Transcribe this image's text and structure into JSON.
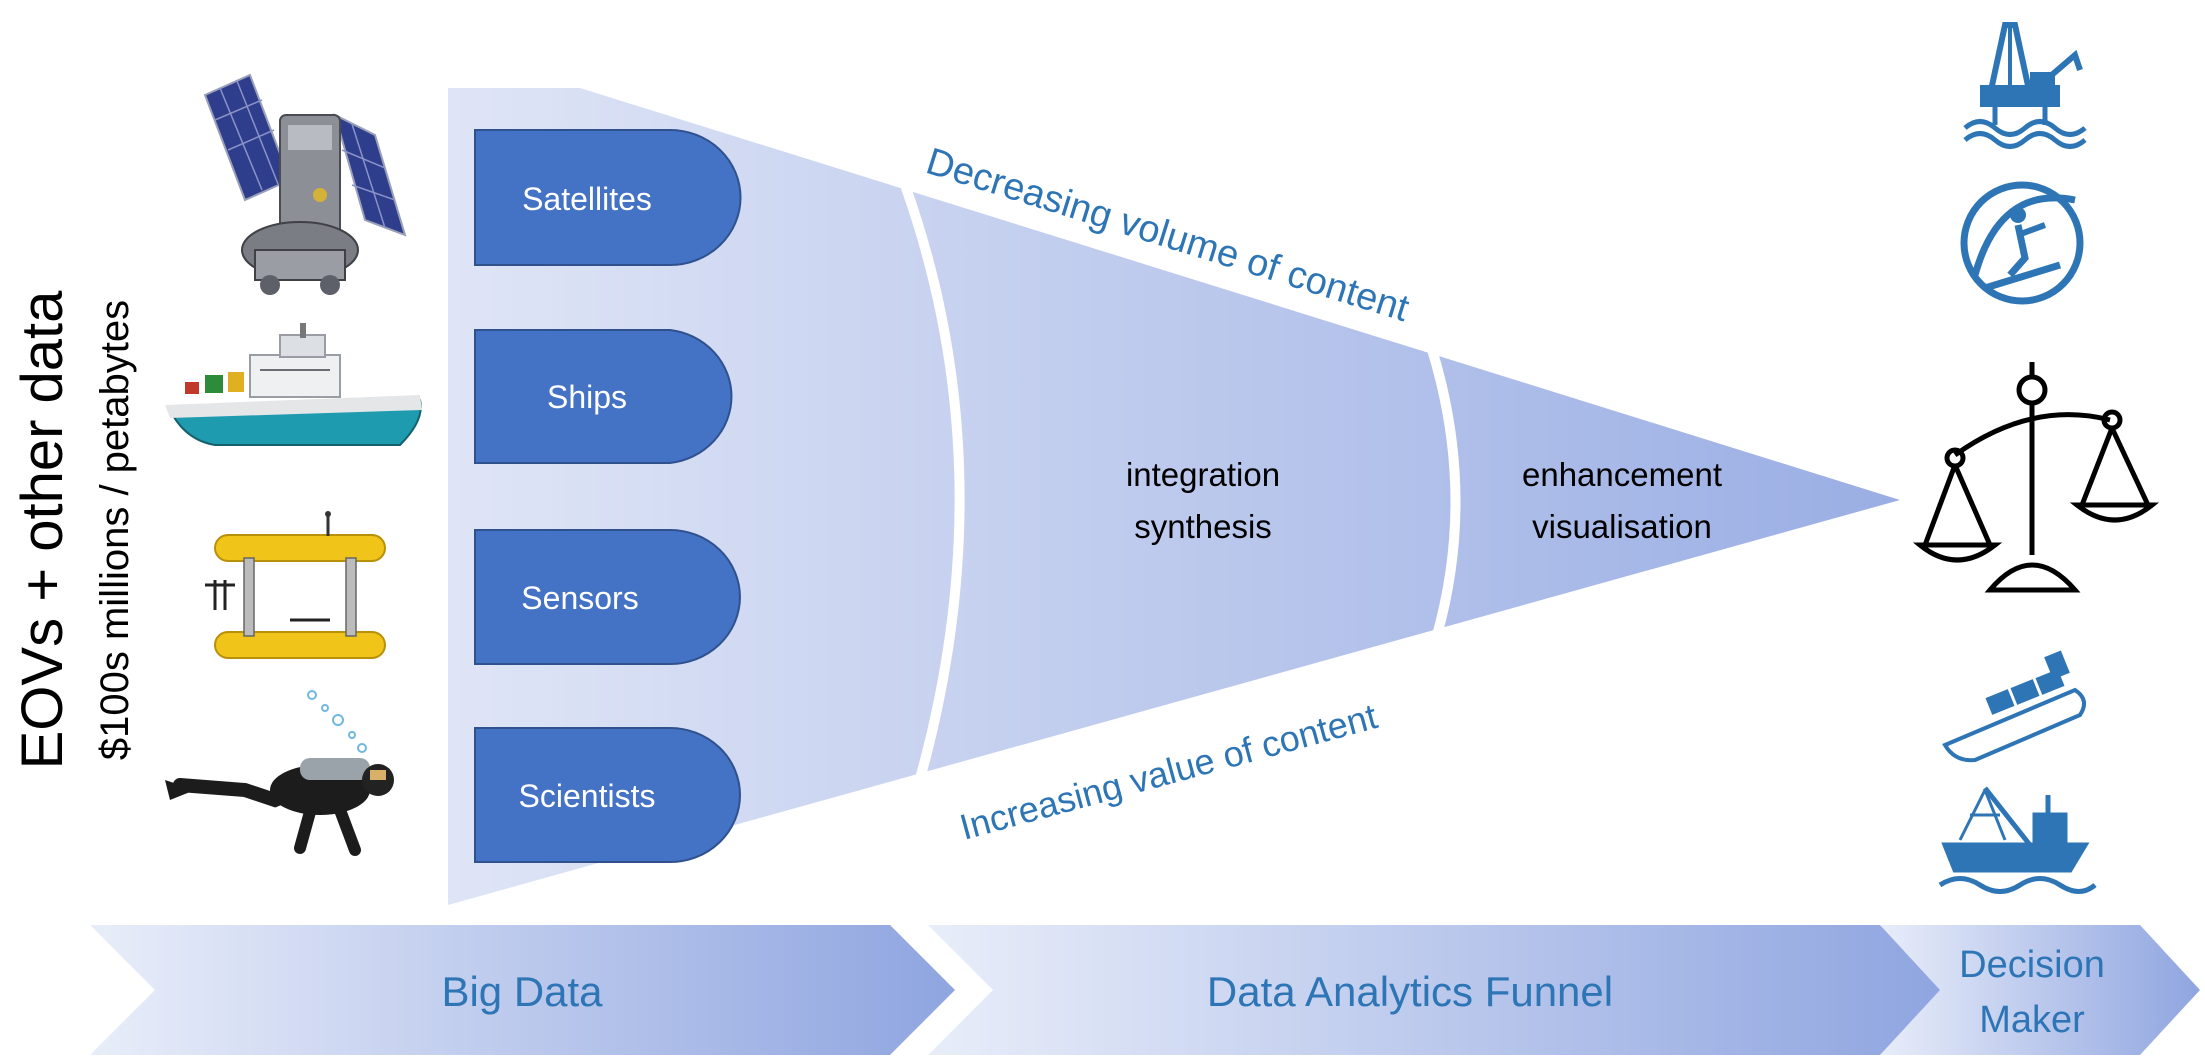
{
  "left_axis": {
    "title": "EOVs + other data",
    "subtitle": "$100s millions / petabytes"
  },
  "sources": [
    {
      "label": "Satellites",
      "icon": "satellite-icon"
    },
    {
      "label": "Ships",
      "icon": "research-ship-icon"
    },
    {
      "label": "Sensors",
      "icon": "underwater-glider-icon"
    },
    {
      "label": "Scientists",
      "icon": "scuba-diver-icon"
    }
  ],
  "funnel": {
    "top_label": "Decreasing volume of content",
    "bottom_label": "Increasing value of content",
    "stage2": {
      "line1": "integration",
      "line2": "synthesis"
    },
    "stage3": {
      "line1": "enhancement",
      "line2": "visualisation"
    }
  },
  "stages": {
    "big_data": "Big Data",
    "funnel": "Data Analytics Funnel",
    "decision_line1": "Decision",
    "decision_line2": "Maker"
  },
  "decision_icons": [
    "oil-rig-icon",
    "surfer-icon",
    "scales-of-justice-icon",
    "cargo-ship-icon",
    "fishing-trawler-icon"
  ],
  "colors": {
    "box_fill": "#4472c4",
    "box_stroke": "#2f528f",
    "label_text": "#2e75b6",
    "icon_blue": "#2e75b6",
    "funnel_light": "#dfe5f6",
    "funnel_dark": "#9aaee4"
  }
}
